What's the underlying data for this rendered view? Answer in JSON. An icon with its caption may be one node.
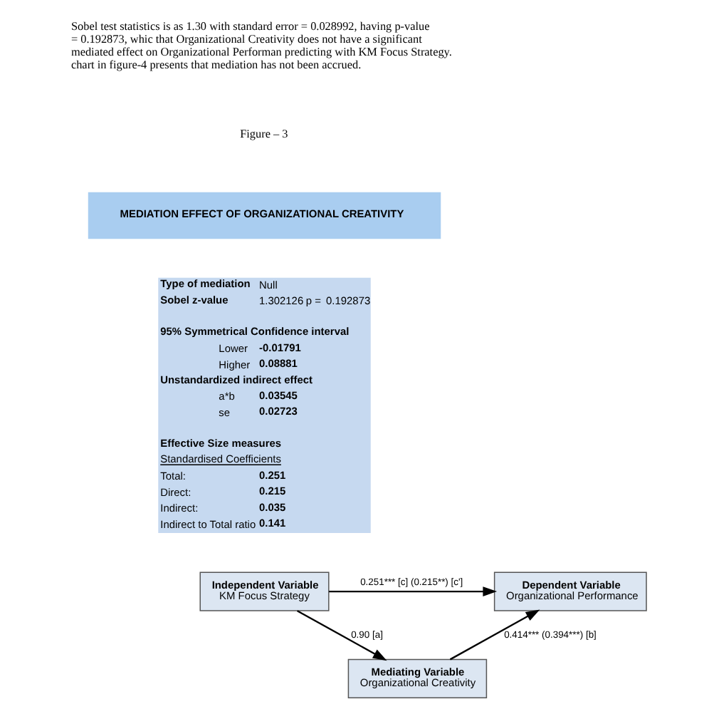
{
  "diagram": {
    "nodes": [
      {
        "text": [
          "MEDIATION EFFECT OF ORGANIZATIONAL CREATIVITY"
        ]
      },
      {
        "text": [
          "Type of mediation",
          "Null",
          "Sobel z-value",
          "1.302126",
          "p =",
          "0.192873",
          "95% Symmetrical Confidence interval",
          "Lower",
          "-0.01791",
          "Higher",
          "0.08881",
          "Unstandardized indirect effect",
          "a*b",
          "0.03545",
          "se",
          "0.02723",
          "Effective Size measures",
          "Standardised Coefficients",
          "Total:",
          "0.251",
          "Direct:",
          "0.215",
          "Indirect:",
          "0.035",
          "Indirect to Total ratio",
          "0.141"
        ]
      },
      {
        "text": [
          "Independent Variable",
          "KM Focus Strategy"
        ]
      },
      {
        "text": [
          "Dependent Variable",
          "Organizational Performance"
        ]
      },
      {
        "text": [
          "Mediating Variable",
          "Organizational Creativity"
        ]
      }
    ],
    "edges": [
      {
        "from": 2,
        "to": 3,
        "arrow": "to",
        "label": "0.251*** [c] (0.215**) [c']"
      },
      {
        "from": 2,
        "to": 4,
        "arrow": "to",
        "label": "0.90 [a]"
      },
      {
        "from": 4,
        "to": 3,
        "arrow": "to",
        "label": "0.414*** (0.394***) [b]"
      }
    ],
    "labels": [
      "Sobel test statistics is as 1.30 with standard error = 0.028992, having p-value = 0.192873, whic that Organizational Creativity does not have a significant mediated effect on Organizational Performan predicting with KM Focus Strategy. chart in figure-4 presents that mediation has not been accrued.",
      "Figure – 3"
    ]
  }
}
